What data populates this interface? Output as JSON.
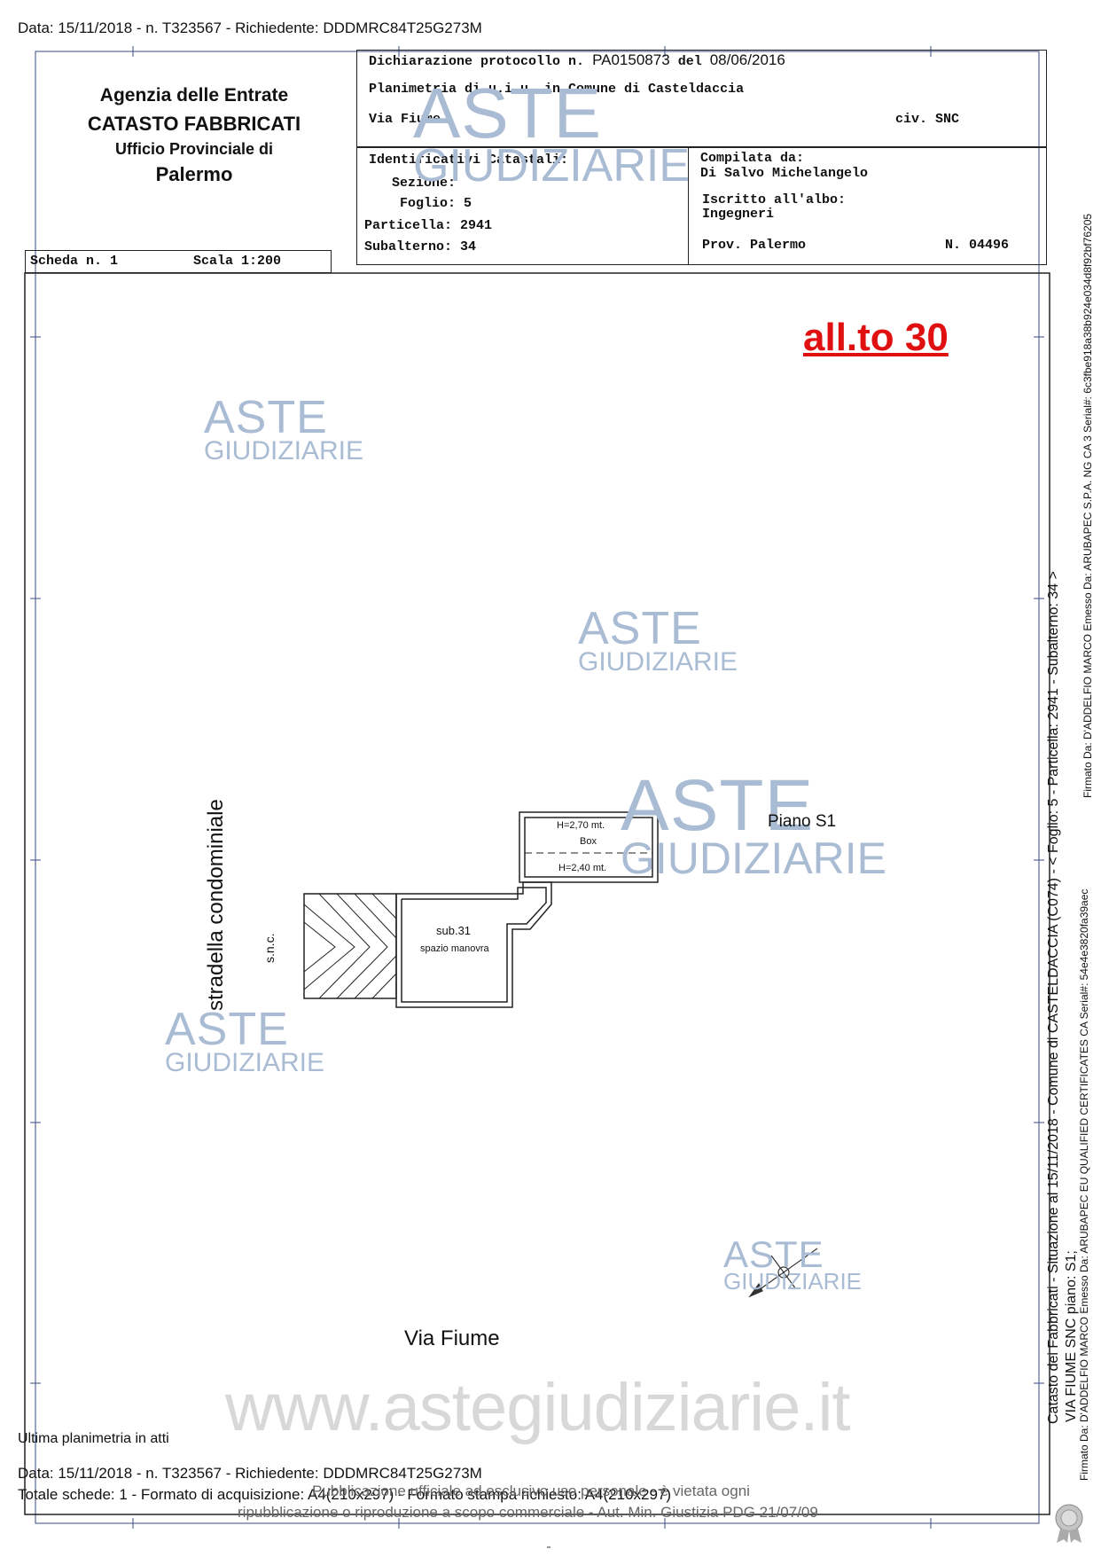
{
  "header_top": "Data: 15/11/2018 - n. T323567 - Richiedente: DDDMRC84T25G273M",
  "agency": {
    "line1": "Agenzia delle Entrate",
    "line2": "CATASTO FABBRICATI",
    "line3": "Ufficio Provinciale di",
    "line4": "Palermo"
  },
  "declaration": {
    "protocol_label": "Dichiarazione protocollo n.",
    "protocol_number": "PA0150873",
    "date_label": "del",
    "date": "08/06/2016",
    "planimetria": "Planimetria di u.i.u. in Comune di Casteldaccia",
    "street": "Via Fiume",
    "civ": "civ. SNC"
  },
  "identifiers": {
    "title": "Identificativi Catastali:",
    "sezione_label": "Sezione:",
    "sezione": "",
    "foglio_label": "Foglio:",
    "foglio": "5",
    "particella_label": "Particella:",
    "particella": "2941",
    "subalterno_label": "Subalterno:",
    "subalterno": "34"
  },
  "compiler": {
    "label": "Compilata da:",
    "name": "Di Salvo Michelangelo",
    "albo_label": "Iscritto all'albo:",
    "albo": "Ingegneri",
    "prov": "Prov. Palermo",
    "number": "N. 04496"
  },
  "scheda": {
    "label": "Scheda n. 1",
    "scale": "Scala 1:200"
  },
  "allegato": "all.to 30",
  "watermark": {
    "aste": "ASTE",
    "giudiziarie": "GIUDIZIARIE",
    "url": "www.astegiudiziarie.it"
  },
  "plan": {
    "road": "stradella condominiale",
    "snc": "s.n.c.",
    "box_h1": "H=2,70 mt.",
    "box_label": "Box",
    "box_h2": "H=2,40 mt.",
    "sub": "sub.31",
    "spazio": "spazio manovra",
    "floor": "Piano S1",
    "street_bottom": "Via Fiume"
  },
  "footer": {
    "ultima": "Ultima planimetria in atti",
    "data": "Data: 15/11/2018 - n. T323567 - Richiedente: DDDMRC84T25G273M",
    "totale": "Totale schede: 1 - Formato di acquisizione: A4(210x297) - Formato stampa richiesto: A4(210x297)",
    "pubblicazione": "Pubblicazione ufficiale ad esclusivo uso personale - è vietata ogni",
    "ripubblicazione": "ripubblicazione o riproduzione a scopo commerciale - Aut. Min. Giustizia PDG 21/07/09"
  },
  "side": {
    "catasto": "Catasto dei Fabbricati - Situazione al 15/11/2018 - Comune di CASTELDACCIA (C074) - < Foglio: 5 - Particella: 2941 - Subalterno: 34 >",
    "via": "VIA FIUME SNC piano: S1;",
    "firmato": "Firmato Da: D'ADDELFIO MARCO Emesso Da: ARUBAPEC S.P.A. NG CA 3 Serial#: 6c3fbe918a38b924e034d8f92bf76205",
    "firmato2": "Firmato Da: D'ADDELFIO MARCO Emesso Da: ARUBAPEC EU QUALIFIED CERTIFICATES CA Serial#: 54e4e3820fa39aec"
  }
}
